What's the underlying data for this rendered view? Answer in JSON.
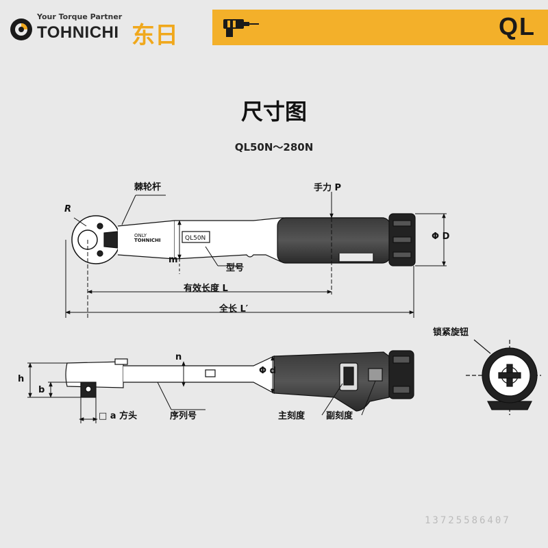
{
  "header": {
    "tagline": "Your Torque Partner",
    "brand": "TOHNICHI",
    "brand_cn": "东日",
    "model": "QL",
    "icon": "drill-icon",
    "colors": {
      "accent": "#f3b02a",
      "logo": "#f0a81c",
      "text": "#111111"
    }
  },
  "page": {
    "title": "尺寸图",
    "subtitle": "QL50N～280N"
  },
  "labels": {
    "ratchet": "棘轮杆",
    "hand_force": "手力 P",
    "R": "R",
    "phi_D": "Φ D",
    "m": "m",
    "model_no": "型号",
    "effective_length": "有效长度 L",
    "total_length": "全长 L′",
    "lock_knob": "锁紧旋钮",
    "n": "n",
    "phi_d": "Φ d",
    "h": "h",
    "b": "b",
    "square_drive": "□ a  方头",
    "serial_no": "序列号",
    "main_scale": "主刻度",
    "sub_scale": "副刻度",
    "tool_marking_model": "QL50N",
    "tool_marking_brand": "TOHNICHI",
    "tool_marking_only": "ONLY"
  },
  "watermark": "13725586407"
}
